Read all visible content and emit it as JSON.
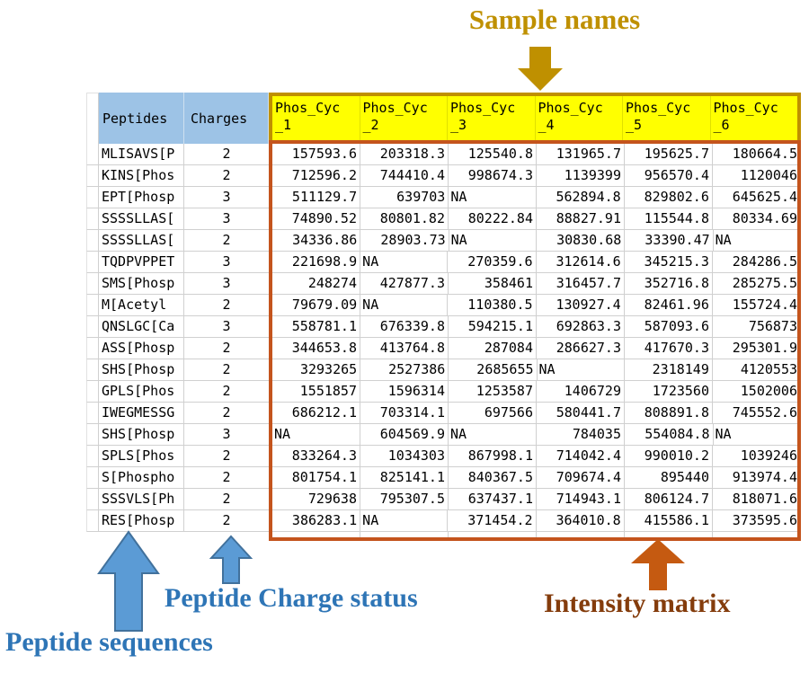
{
  "annotations": {
    "sample_names": "Sample names",
    "peptide_charge_status": "Peptide Charge status",
    "peptide_sequences": "Peptide sequences",
    "intensity_matrix": "Intensity matrix"
  },
  "colors": {
    "header_blue": "#9DC3E6",
    "sample_header_yellow": "#FFFF00",
    "sample_box_border_gold": "#BF9000",
    "matrix_box_border_orange": "#C4541D",
    "annotation_gold": "#BF9000",
    "annotation_blue": "#2E75B6",
    "annotation_brown": "#843C0C",
    "arrow_blue_fill": "#5B9BD5",
    "arrow_blue_stroke": "#41719C",
    "arrow_orange_fill": "#C55A11",
    "gridline": "#d0d0d0"
  },
  "table": {
    "peptides_header": "Peptides",
    "charges_header": "Charges",
    "na_text": "NA",
    "sample_headers": [
      {
        "line1": "Phos_Cyc",
        "line2": "_1"
      },
      {
        "line1": "Phos_Cyc",
        "line2": "_2"
      },
      {
        "line1": "Phos_Cyc",
        "line2": "_3"
      },
      {
        "line1": "Phos_Cyc",
        "line2": "_4"
      },
      {
        "line1": "Phos_Cyc",
        "line2": "_5"
      },
      {
        "line1": "Phos_Cyc",
        "line2": "_6"
      }
    ],
    "rows": [
      {
        "peptide": "MLISAVS[P",
        "charge": "2",
        "values": [
          "157593.6",
          "203318.3",
          "125540.8",
          "131965.7",
          "195625.7",
          "180664.5"
        ]
      },
      {
        "peptide": "KINS[Phos",
        "charge": "2",
        "values": [
          "712596.2",
          "744410.4",
          "998674.3",
          "1139399",
          "956570.4",
          "1120046"
        ]
      },
      {
        "peptide": "EPT[Phosp",
        "charge": "3",
        "values": [
          "511129.7",
          "639703",
          "NA",
          "562894.8",
          "829802.6",
          "645625.4"
        ]
      },
      {
        "peptide": "SSSSLLAS[",
        "charge": "3",
        "values": [
          "74890.52",
          "80801.82",
          "80222.84",
          "88827.91",
          "115544.8",
          "80334.69"
        ]
      },
      {
        "peptide": "SSSSLLAS[",
        "charge": "2",
        "values": [
          "34336.86",
          "28903.73",
          "NA",
          "30830.68",
          "33390.47",
          "NA"
        ]
      },
      {
        "peptide": "TQDPVPPET",
        "charge": "3",
        "values": [
          "221698.9",
          "NA",
          "270359.6",
          "312614.6",
          "345215.3",
          "284286.5"
        ]
      },
      {
        "peptide": "SMS[Phosp",
        "charge": "3",
        "values": [
          "248274",
          "427877.3",
          "358461",
          "316457.7",
          "352716.8",
          "285275.5"
        ]
      },
      {
        "peptide": "M[Acetyl",
        "charge": "2",
        "values": [
          "79679.09",
          "NA",
          "110380.5",
          "130927.4",
          "82461.96",
          "155724.4"
        ]
      },
      {
        "peptide": "QNSLGC[Ca",
        "charge": "3",
        "values": [
          "558781.1",
          "676339.8",
          "594215.1",
          "692863.3",
          "587093.6",
          "756873"
        ]
      },
      {
        "peptide": "ASS[Phosp",
        "charge": "2",
        "values": [
          "344653.8",
          "413764.8",
          "287084",
          "286627.3",
          "417670.3",
          "295301.9"
        ]
      },
      {
        "peptide": "SHS[Phosp",
        "charge": "2",
        "values": [
          "3293265",
          "2527386",
          "2685655",
          "NA",
          "2318149",
          "4120553"
        ]
      },
      {
        "peptide": "GPLS[Phos",
        "charge": "2",
        "values": [
          "1551857",
          "1596314",
          "1253587",
          "1406729",
          "1723560",
          "1502006"
        ]
      },
      {
        "peptide": "IWEGMESSG",
        "charge": "2",
        "values": [
          "686212.1",
          "703314.1",
          "697566",
          "580441.7",
          "808891.8",
          "745552.6"
        ]
      },
      {
        "peptide": "SHS[Phosp",
        "charge": "3",
        "values": [
          "NA",
          "604569.9",
          "NA",
          "784035",
          "554084.8",
          "NA"
        ]
      },
      {
        "peptide": "SPLS[Phos",
        "charge": "2",
        "values": [
          "833264.3",
          "1034303",
          "867998.1",
          "714042.4",
          "990010.2",
          "1039246"
        ]
      },
      {
        "peptide": "S[Phospho",
        "charge": "2",
        "values": [
          "801754.1",
          "825141.1",
          "840367.5",
          "709674.4",
          "895440",
          "913974.4"
        ]
      },
      {
        "peptide": "SSSVLS[Ph",
        "charge": "2",
        "values": [
          "729638",
          "795307.5",
          "637437.1",
          "714943.1",
          "806124.7",
          "818071.6"
        ]
      },
      {
        "peptide": "RES[Phosp",
        "charge": "2",
        "values": [
          "386283.1",
          "NA",
          "371454.2",
          "364010.8",
          "415586.1",
          "373595.6"
        ]
      }
    ]
  }
}
